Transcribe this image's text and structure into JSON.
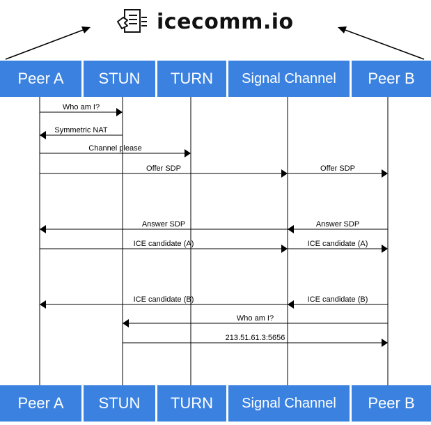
{
  "brand": {
    "name": "icecomm.io",
    "logo_icon": "document-with-hand-icon"
  },
  "colors": {
    "header_bg": "#3b82e0",
    "header_text": "#ffffff",
    "line": "#000000"
  },
  "participants": [
    {
      "id": "peer-a",
      "label": "Peer A"
    },
    {
      "id": "stun",
      "label": "STUN"
    },
    {
      "id": "turn",
      "label": "TURN"
    },
    {
      "id": "signal",
      "label": "Signal Channel"
    },
    {
      "id": "peer-b",
      "label": "Peer B"
    }
  ],
  "messages": [
    {
      "from": "peer-a",
      "to": "stun",
      "label": "Who am I?"
    },
    {
      "from": "stun",
      "to": "peer-a",
      "label": "Symmetric NAT"
    },
    {
      "from": "peer-a",
      "to": "turn",
      "label": "Channel please"
    },
    {
      "from": "peer-a",
      "to": "signal",
      "label": "Offer SDP"
    },
    {
      "from": "signal",
      "to": "peer-b",
      "label": "Offer SDP"
    },
    {
      "from": "signal",
      "to": "peer-a",
      "label": "Answer SDP"
    },
    {
      "from": "peer-b",
      "to": "signal",
      "label": "Answer SDP"
    },
    {
      "from": "peer-a",
      "to": "signal",
      "label": "ICE candidate (A)"
    },
    {
      "from": "signal",
      "to": "peer-b",
      "label": "ICE candidate (A)"
    },
    {
      "from": "signal",
      "to": "peer-a",
      "label": "ICE candidate (B)"
    },
    {
      "from": "peer-b",
      "to": "signal",
      "label": "ICE candidate (B)"
    },
    {
      "from": "peer-b",
      "to": "stun",
      "label": "Who am I?"
    },
    {
      "from": "stun",
      "to": "peer-b",
      "label": "213.51.61.3:5656"
    }
  ]
}
